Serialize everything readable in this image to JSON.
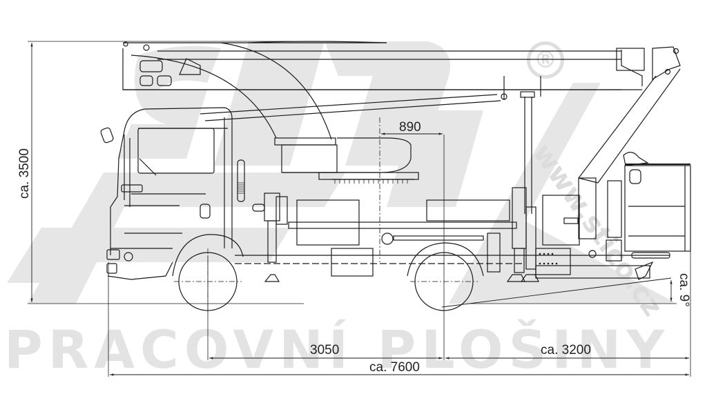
{
  "drawing": {
    "subject": "Truck-mounted aerial work platform side elevation",
    "watermarks": {
      "bottom_text": "PRACOVNÍ PLOŠINY",
      "diagonal_url": "www.stico.cz",
      "registered_mark": "®"
    },
    "dimensions": {
      "height": "ca. 3500",
      "turret_offset": "890",
      "wheelbase": "3050",
      "rear_overhang": "ca. 3200",
      "total_length": "ca. 7600",
      "angle": "ca. 9°"
    },
    "colors": {
      "line": "#1a1a1a",
      "watermark": "#e2e2e2",
      "background": "#ffffff"
    }
  }
}
